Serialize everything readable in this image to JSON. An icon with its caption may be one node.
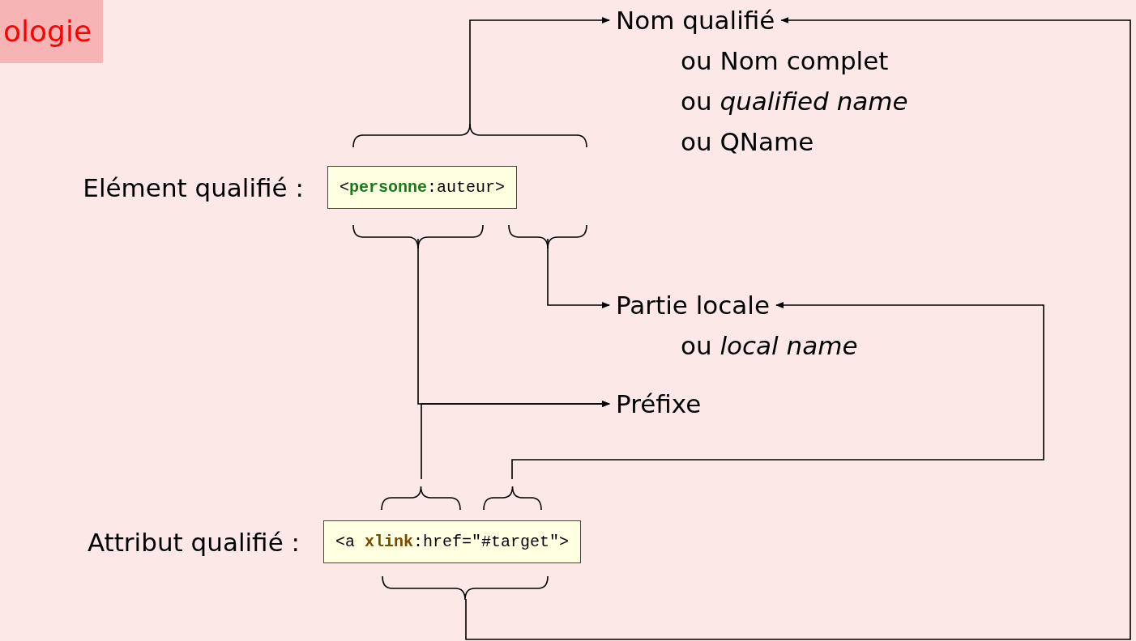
{
  "diagram": {
    "title": "ologie",
    "nodes": [
      {
        "text": [
          "Nom qualifié",
          "ou Nom complet",
          "ou *qualified name*",
          "ou QName"
        ]
      },
      {
        "text": [
          "<**personne**:auteur>"
        ],
        "beside": [
          "Elément qualifié :"
        ]
      },
      {
        "text": [
          "Partie locale",
          "ou *local name*"
        ]
      },
      {
        "text": [
          "Préfixe"
        ]
      },
      {
        "text": [
          "<a **xlink**:href=\"#target\">"
        ],
        "beside": [
          "Attribut qualifié :"
        ]
      }
    ],
    "edges": [
      {
        "from": 1,
        "to": 0,
        "arrow": "to"
      },
      {
        "from": 1,
        "to": 2,
        "arrow": "to"
      },
      {
        "from": 1,
        "to": 3,
        "arrow": "to"
      },
      {
        "from": 4,
        "to": 3,
        "arrow": "to"
      },
      {
        "from": 4,
        "to": 2,
        "arrow": "to"
      },
      {
        "from": 4,
        "to": 0,
        "arrow": "to"
      }
    ]
  }
}
